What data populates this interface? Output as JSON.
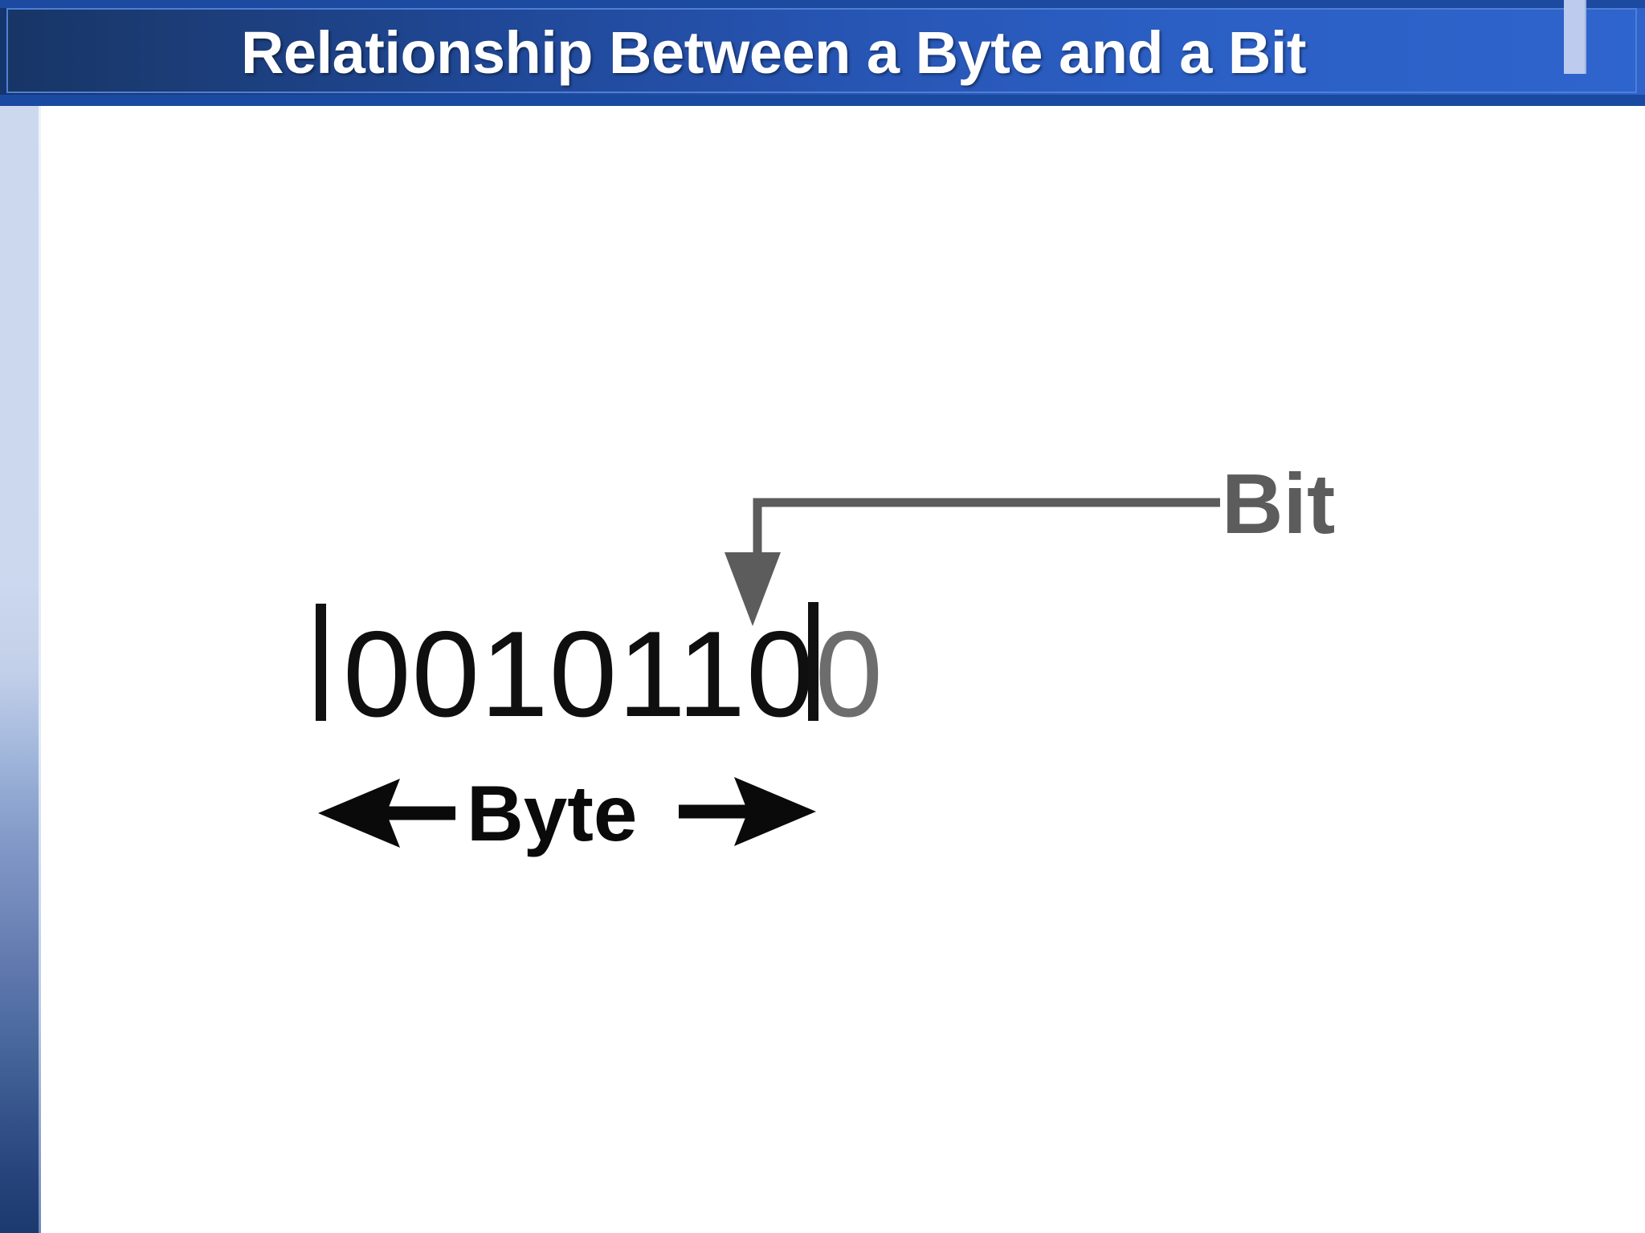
{
  "slide": {
    "title": "Relationship Between a Byte and a Bit",
    "background_color": "#ffffff"
  },
  "theme": {
    "title_gradient_start": "#15356d",
    "title_gradient_end": "#2e63cb",
    "title_text_color": "#ffffff",
    "title_accent_bar_color": "#bdcbee",
    "sidebar_gradient_top": "#ccd8ee",
    "sidebar_gradient_bottom": "#1c3a6e",
    "diagram_black": "#0a0a0a",
    "diagram_gray": "#5c5c5c"
  },
  "diagram": {
    "type": "byte-bit-illustration",
    "byte_value": "00101100",
    "digits": [
      {
        "value": "0",
        "highlighted": false
      },
      {
        "value": "0",
        "highlighted": false
      },
      {
        "value": "1",
        "highlighted": false
      },
      {
        "value": "0",
        "highlighted": false
      },
      {
        "value": "1",
        "highlighted": false
      },
      {
        "value": "1",
        "highlighted": false
      },
      {
        "value": "0",
        "highlighted": false
      },
      {
        "value": "0",
        "highlighted": true
      }
    ],
    "left_delimiter": "|",
    "right_delimiter": "|",
    "bit_label": "Bit",
    "byte_label": "Byte",
    "byte_left_arrow": "←",
    "byte_right_arrow": "→",
    "bit_callout_target_index": 8,
    "bit_callout_color": "#5c5c5c",
    "byte_span_color": "#0a0a0a"
  }
}
